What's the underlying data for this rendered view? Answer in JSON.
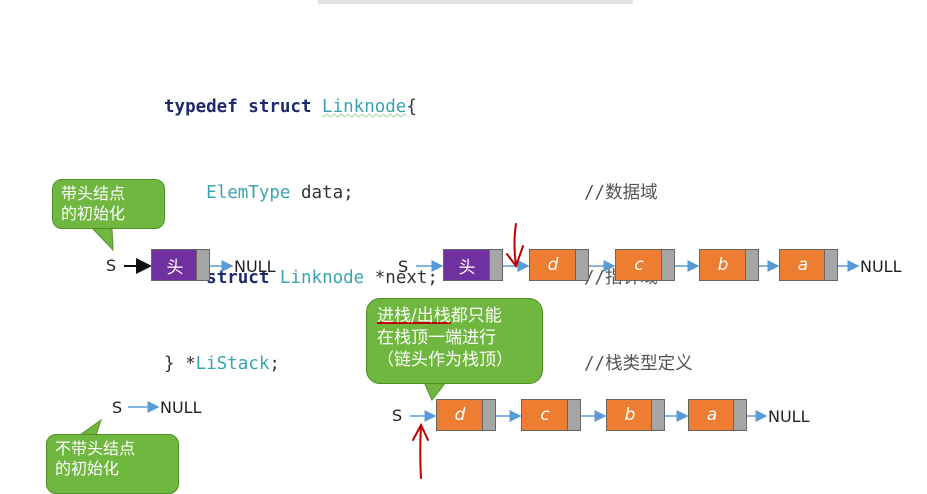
{
  "code": {
    "line1": {
      "kw": "typedef struct ",
      "ty": "Linknode",
      "rest": "{"
    },
    "line2": {
      "ty": "ElemType",
      "rest": " data;",
      "comment": "//数据域"
    },
    "line3": {
      "kw": "struct ",
      "ty": "Linknode",
      "rest": " *next;",
      "comment": "//指针域"
    },
    "line4": {
      "rest1": "} *",
      "ty": "LiStack",
      "rest2": ";",
      "comment": "//栈类型定义"
    }
  },
  "callouts": {
    "with_head_line1": "带头结点",
    "with_head_line2": "的初始化",
    "no_head_line1": "不带头结点",
    "no_head_line2": "的初始化",
    "note_underlined_a": "进栈",
    "note_slash": "/",
    "note_underlined_b": "出栈",
    "note_rest1": "都只能",
    "note_line2": "在栈顶一端进行",
    "note_line3": "（链头作为栈顶）"
  },
  "labels": {
    "s": "S",
    "null": "NULL",
    "head": "头"
  },
  "nodes_top": [
    "d",
    "c",
    "b",
    "a"
  ],
  "nodes_bottom": [
    "d",
    "c",
    "b",
    "a"
  ],
  "colors": {
    "head_node": "#7030a0",
    "data_node": "#ed7d31",
    "pointer_cell": "#a6a6a6",
    "callout": "#6fb73f",
    "arrow_blue": "#5b9bd5",
    "marker_red": "#c00000"
  }
}
